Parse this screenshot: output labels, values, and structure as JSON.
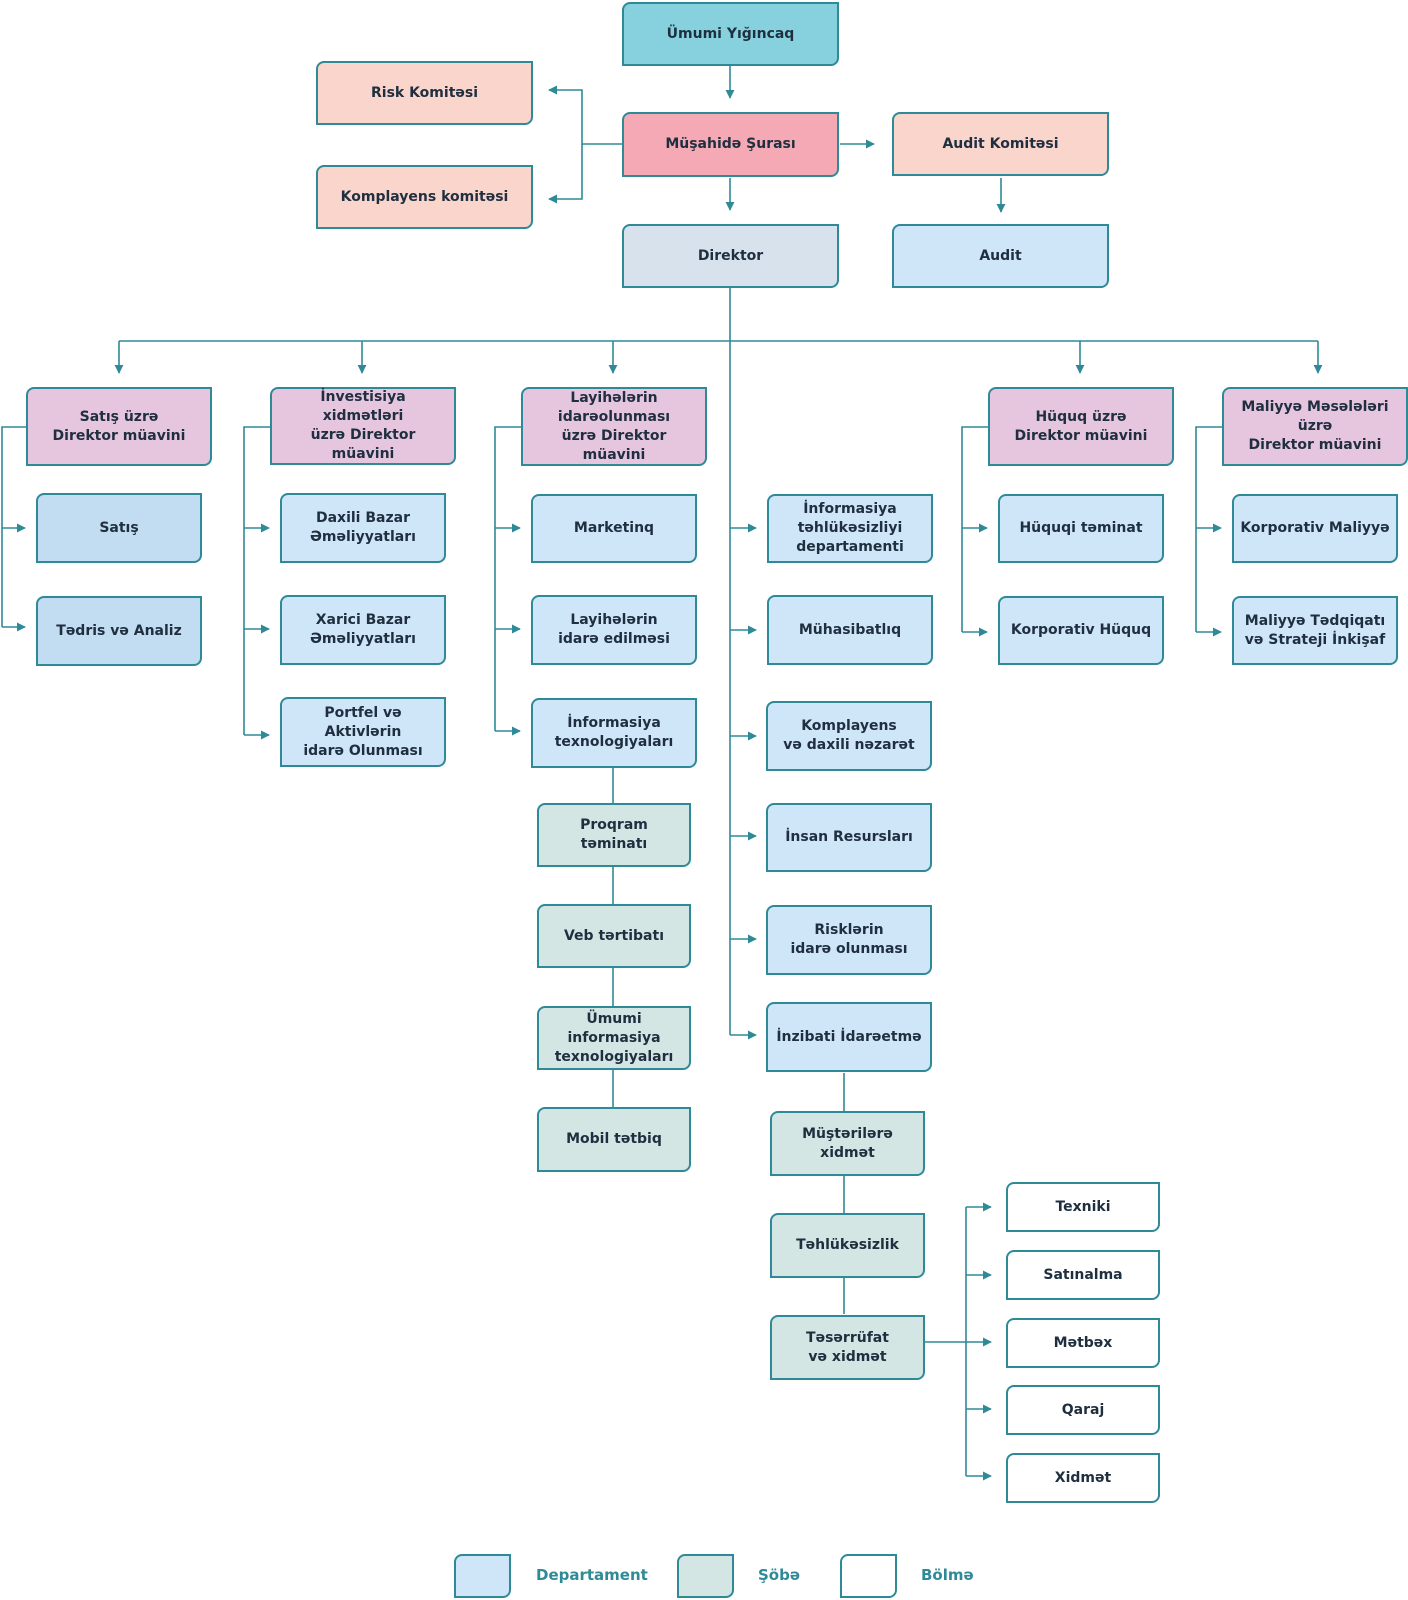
{
  "nodes": {
    "general_meeting": "Ümumi Yığıncaq",
    "supervisory_board": "Müşahidə Şurası",
    "risk_committee": "Risk Komitəsi",
    "compliance_committee": "Komplayens komitəsi",
    "audit_committee": "Audit Komitəsi",
    "director": "Direktor",
    "audit": "Audit",
    "vp_sales": "Satış üzrə\nDirektor müavini",
    "sales": "Satış",
    "training_analysis": "Tədris və Analiz",
    "vp_investment": "İnvestisiya xidmətləri\nüzrə Direktor müavini",
    "domestic_market": "Daxili Bazar\nƏməliyyatları",
    "foreign_market": "Xarici Bazar\nƏməliyyatları",
    "portfolio": "Portfel və Aktivlərin\nidarə Olunması",
    "vp_projects": "Layihələrin\nidarəolunması\nüzrə Direktor müavini",
    "marketing": "Marketinq",
    "project_management": "Layihələrin\nidarə edilməsi",
    "it": "İnformasiya\ntexnologiyaları",
    "software": "Proqram təminatı",
    "web_design": "Veb tərtibatı",
    "general_it": "Ümumi informasiya\ntexnologiyaları",
    "mobile_app": "Mobil tətbiq",
    "infosec": "İnformasiya\ntəhlükəsizliyi\ndepartamenti",
    "accounting": "Mühasibatlıq",
    "compliance_control": "Komplayens\nvə daxili nəzarət",
    "hr": "İnsan Resursları",
    "risk_management": "Risklərin\nidarə olunması",
    "administration": "İnzibati İdarəetmə",
    "customer_service": "Müştərilərə xidmət",
    "security": "Təhlükəsizlik",
    "facilities": "Təsərrüfat\nvə xidmət",
    "technical": "Texniki",
    "procurement": "Satınalma",
    "kitchen": "Mətbəx",
    "garage": "Qaraj",
    "service": "Xidmət",
    "vp_legal": "Hüquq üzrə\nDirektor müavini",
    "legal_support": "Hüquqi təminat",
    "corporate_law": "Korporativ Hüquq",
    "vp_finance": "Maliyyə Məsələləri üzrə\nDirektor müavini",
    "corporate_finance": "Korporativ Maliyyə",
    "finance_research": "Maliyyə Tədqiqatı\nvə Strateji İnkişaf"
  },
  "legend": {
    "department": "Departament",
    "section": "Şöbə",
    "unit": "Bölmə"
  },
  "colors": {
    "line": "#2f8a98",
    "general_meeting": "#86d1dd",
    "supervisory_board": "#f4a9b5",
    "committee": "#f9d5cc",
    "director": "#d7e2ec",
    "department": "#cfe6f8",
    "deputy": "#e6c5df",
    "section": "#d3e6e4",
    "unit": "#ffffff"
  }
}
